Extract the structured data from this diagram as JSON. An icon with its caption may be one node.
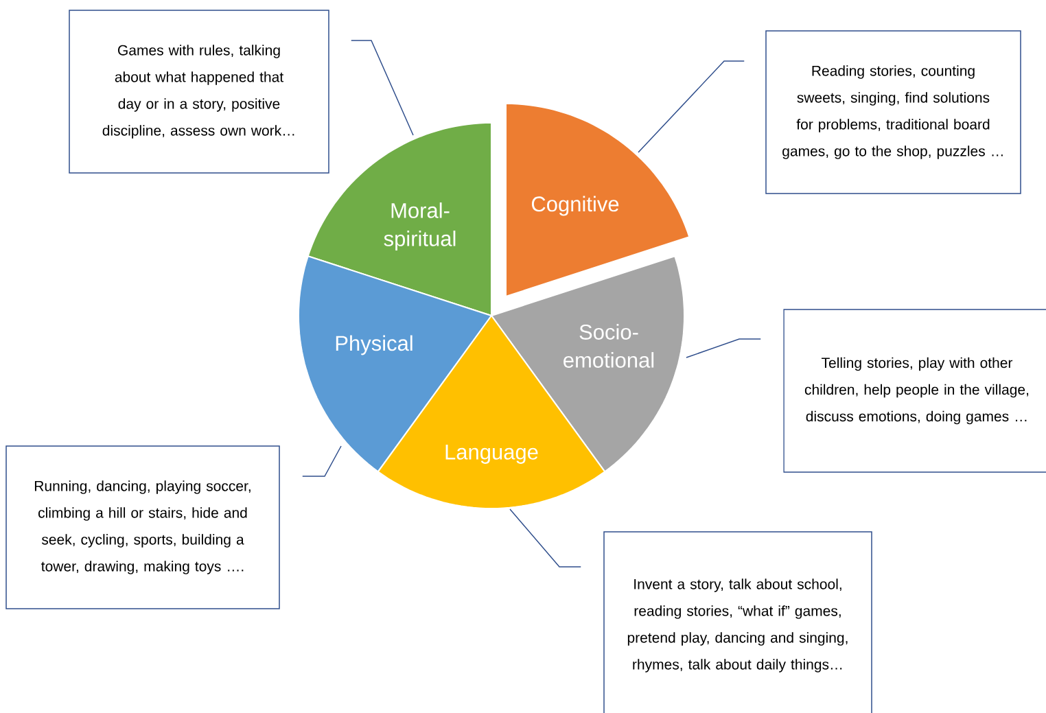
{
  "diagram": {
    "nodes": [
      {
        "text": [
          "Games with rules, talking about what happened that day or in a story, positive discipline, assess own work…"
        ]
      },
      {
        "text": [
          "Reading stories, counting sweets, singing, find solutions for problems, traditional board games, go to the shop, puzzles …"
        ]
      },
      {
        "text": [
          "Moral-spiritual"
        ]
      },
      {
        "text": [
          "Cognitive"
        ]
      },
      {
        "text": [
          "Physical"
        ]
      },
      {
        "text": [
          "Socio-emotional"
        ]
      },
      {
        "text": [
          "Telling stories, play with other children, help people in the village, discuss emotions, doing games …"
        ]
      },
      {
        "text": [
          "Language"
        ]
      },
      {
        "text": [
          "Running, dancing, playing soccer, climbing a hill or stairs, hide and seek, cycling, sports, building a tower, drawing, making toys …."
        ]
      },
      {
        "text": [
          "Invent a story, talk about school, reading stories, “what if” games, pretend play, dancing and singing, rhymes, talk about daily things…"
        ]
      }
    ],
    "edges": [
      {
        "from": 0,
        "to": 2,
        "arrow": "none"
      },
      {
        "from": 1,
        "to": 3,
        "arrow": "none"
      },
      {
        "from": 6,
        "to": 5,
        "arrow": "none"
      },
      {
        "from": 8,
        "to": 4,
        "arrow": "none"
      },
      {
        "from": 9,
        "to": 7,
        "arrow": "none"
      }
    ]
  }
}
